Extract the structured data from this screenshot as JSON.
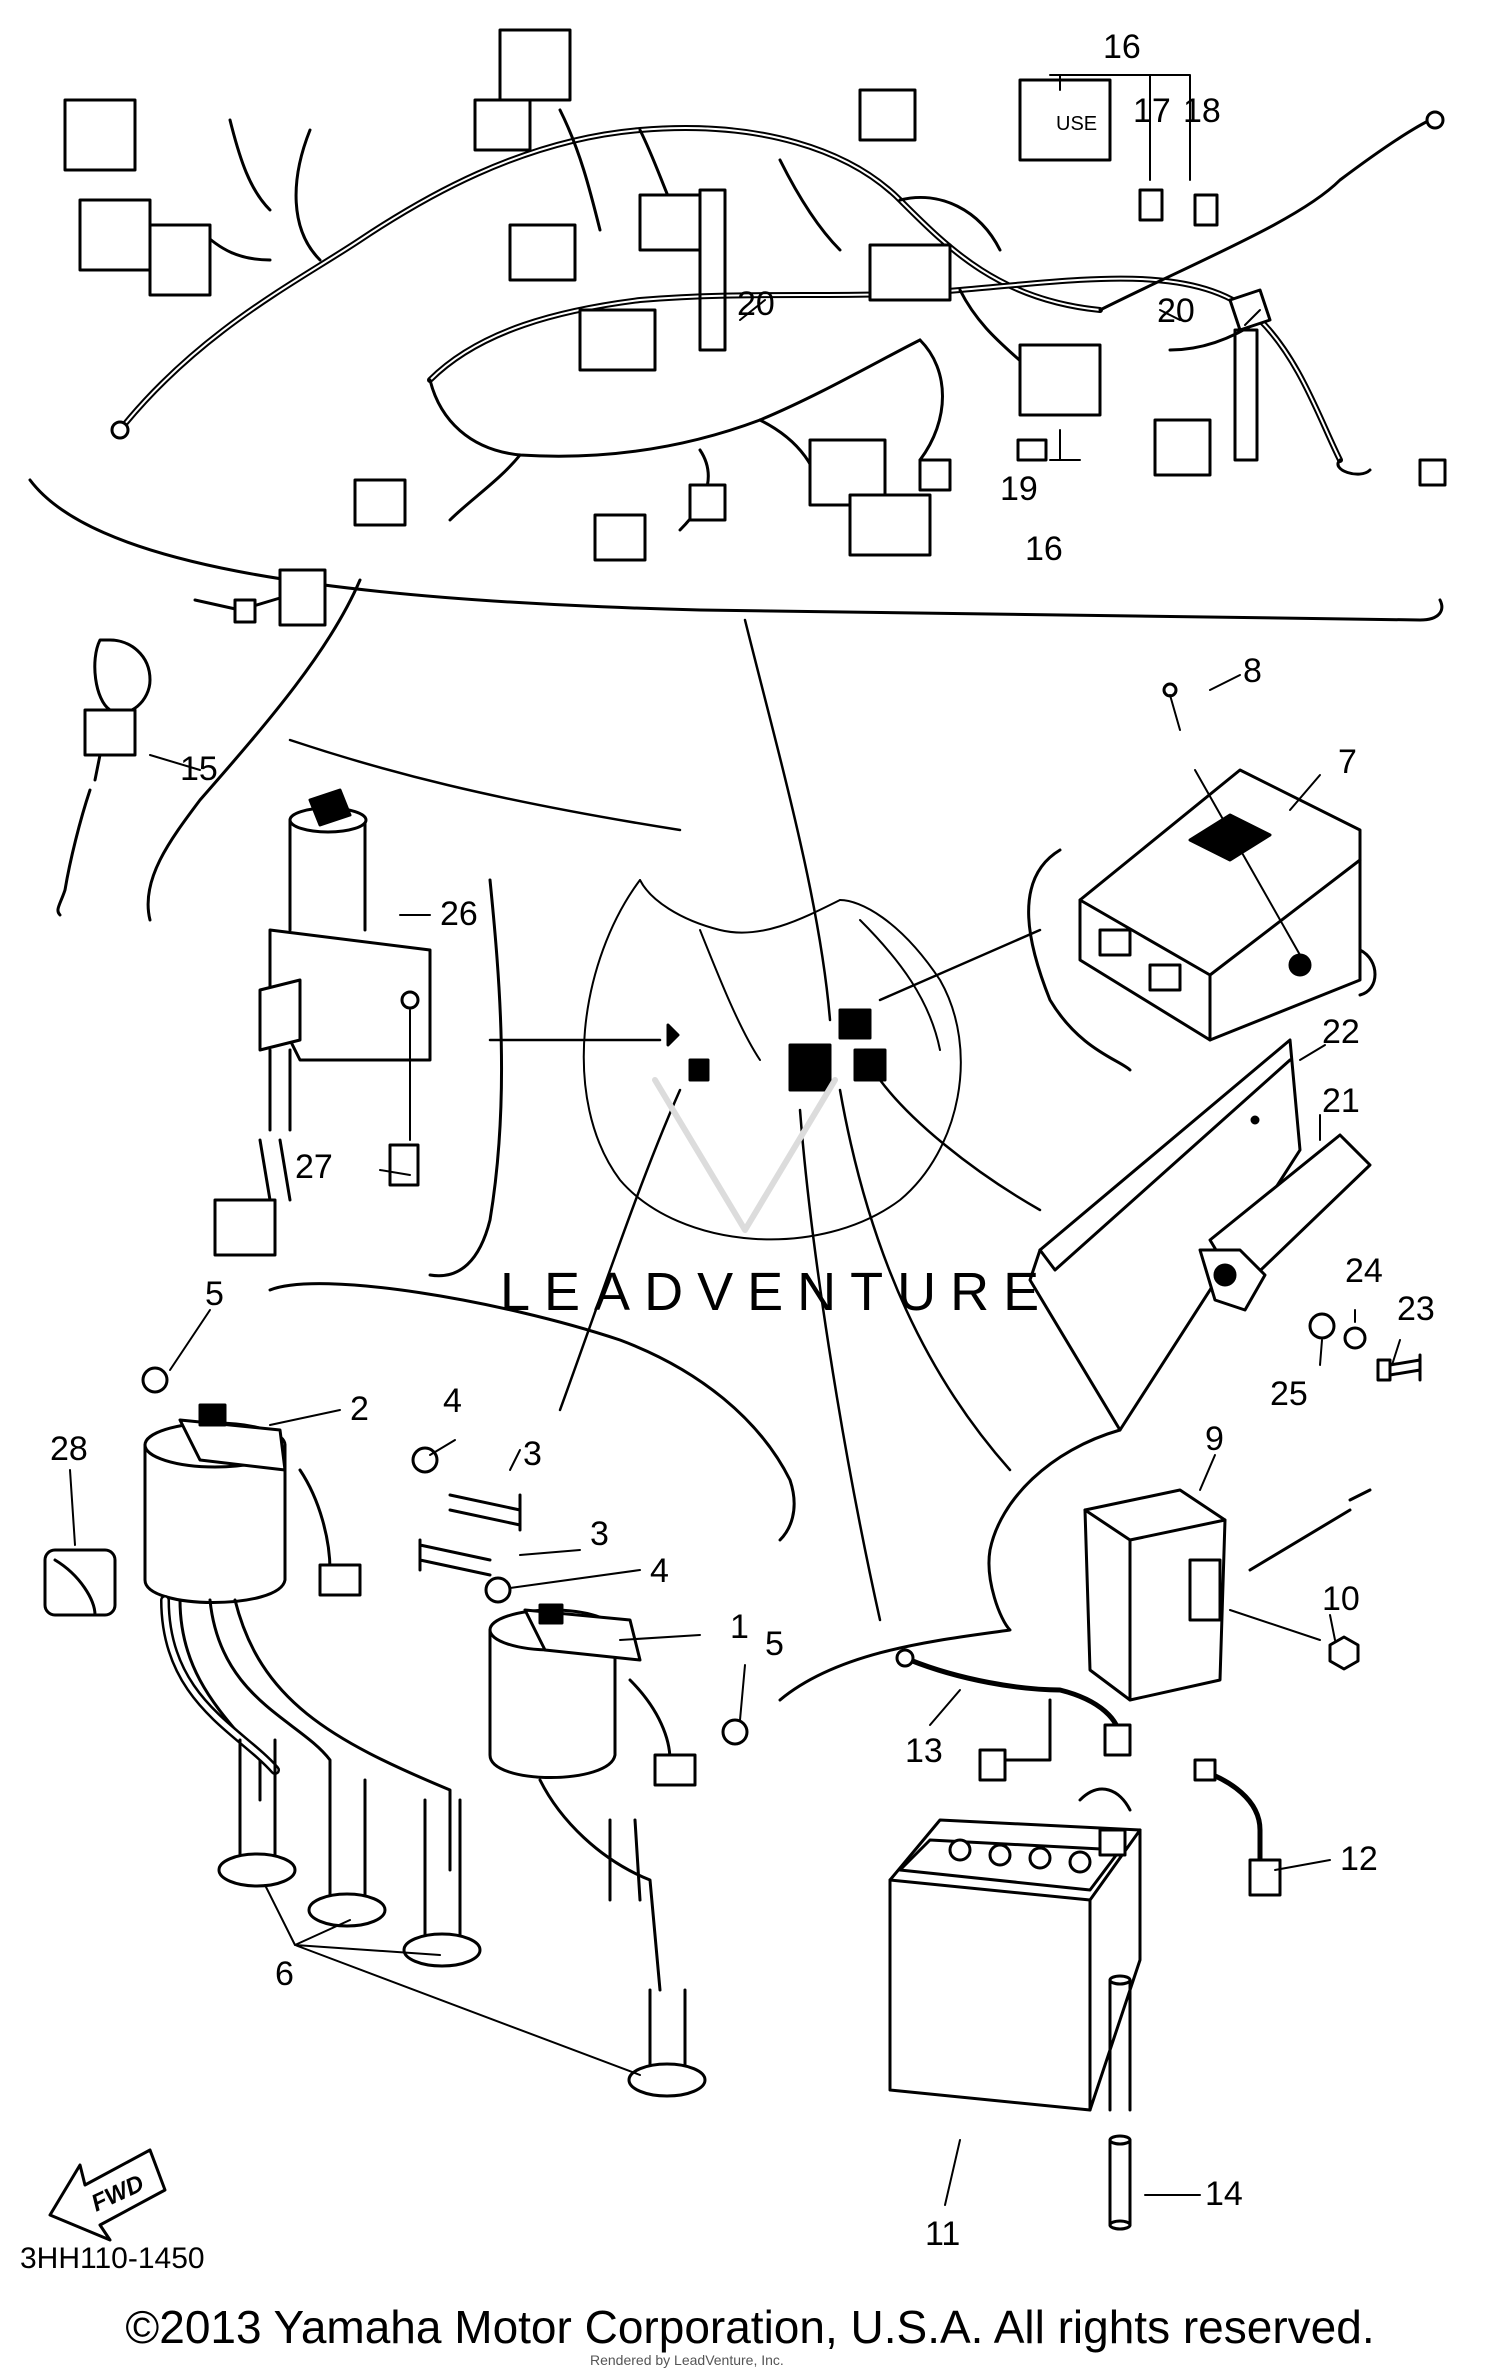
{
  "diagram": {
    "watermark": "LEADVENTURE",
    "part_code": "3HH110-1450",
    "fwd_label": "FWD",
    "fuse_text": "USE",
    "callouts": [
      "1",
      "2",
      "3",
      "3",
      "4",
      "4",
      "5",
      "5",
      "6",
      "7",
      "8",
      "9",
      "10",
      "11",
      "12",
      "13",
      "14",
      "15",
      "16",
      "16",
      "17",
      "18",
      "19",
      "20",
      "20",
      "21",
      "22",
      "23",
      "24",
      "25",
      "26",
      "27",
      "28"
    ]
  },
  "footer": {
    "copyright": "©2013 Yamaha Motor Corporation, U.S.A. All rights reserved.",
    "rendered_by": "Rendered by LeadVenture, Inc."
  }
}
